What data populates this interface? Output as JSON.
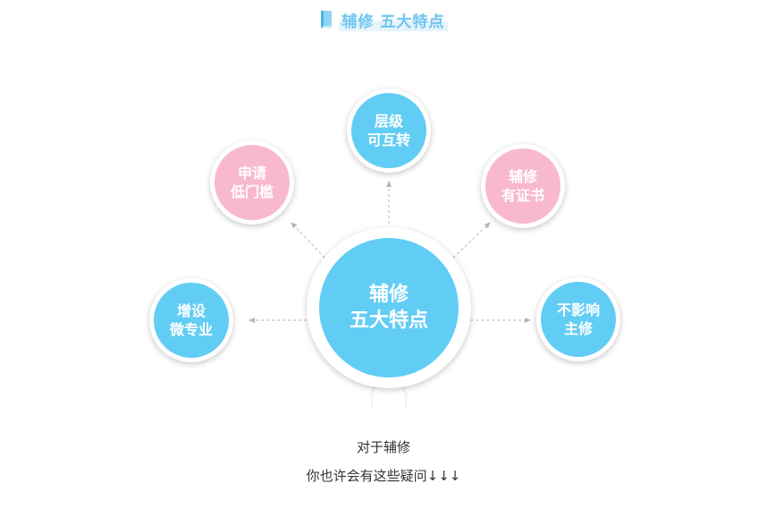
{
  "header": {
    "title": "辅修 五大特点"
  },
  "center": {
    "line1": "辅修",
    "line2": "五大特点"
  },
  "nodes": [
    {
      "line1": "层级",
      "line2": "可互转",
      "color": "#62cdf4"
    },
    {
      "line1": "申请",
      "line2": "低门槛",
      "color": "#f9b9cc"
    },
    {
      "line1": "辅修",
      "line2": "有证书",
      "color": "#f9b9cc"
    },
    {
      "line1": "增设",
      "line2": "微专业",
      "color": "#62cdf4"
    },
    {
      "line1": "不影响",
      "line2": "主修",
      "color": "#62cdf4"
    }
  ],
  "colors": {
    "blue": "#62cdf4",
    "pink": "#f9b9cc",
    "arrow": "#b5b5b5"
  },
  "caption": {
    "line1": "对于辅修",
    "line2": "你也许会有这些疑问↓↓↓"
  }
}
